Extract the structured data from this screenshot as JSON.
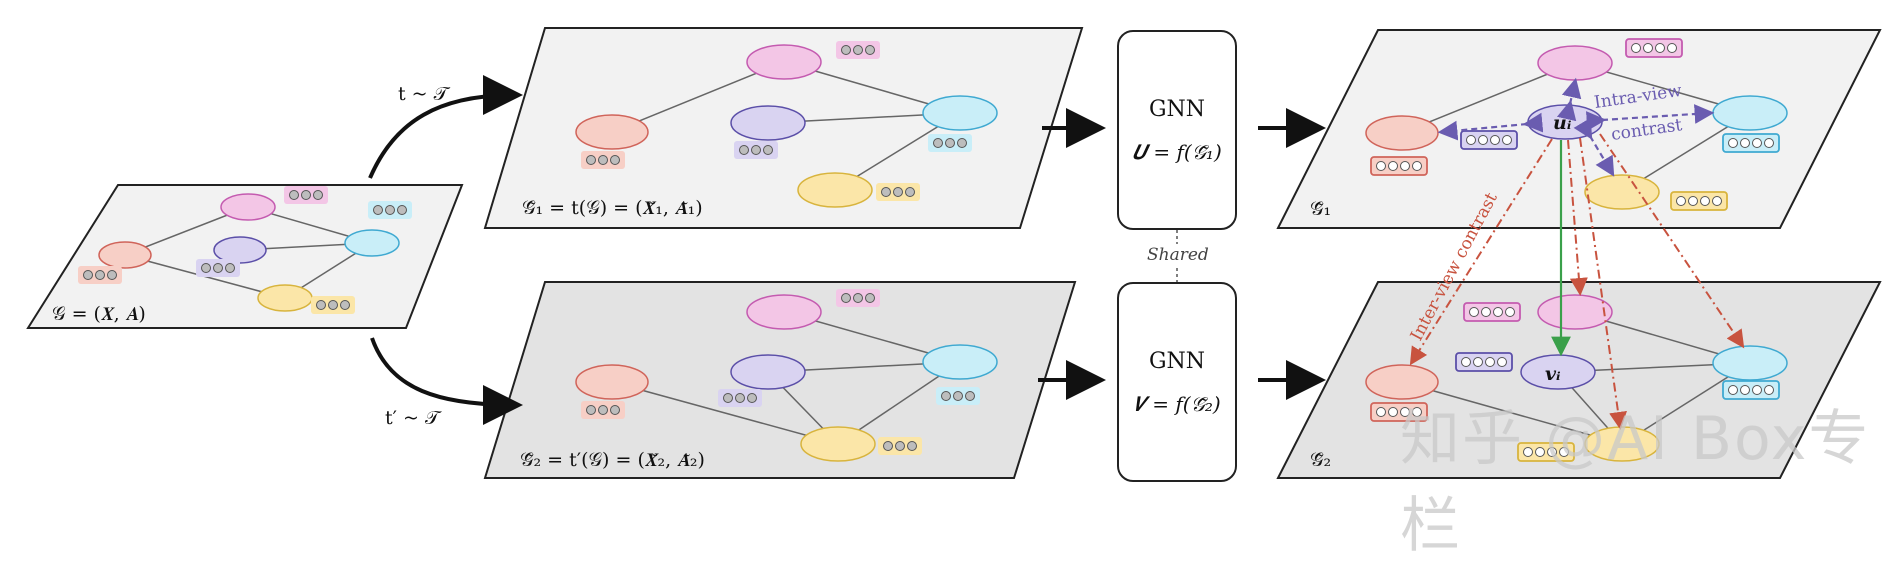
{
  "labels": {
    "orig_graph": "𝒢 = (𝑿, 𝑨)",
    "aug_t": "t ~ 𝒯",
    "aug_t2": "t′ ~ 𝒯",
    "view1": "𝒢̃₁ = t(𝒢) = (𝑿̃₁, 𝑨̃₁)",
    "view2": "𝒢̃₂ = t′(𝒢) = (𝑿̃₂, 𝑨̃₂)",
    "gnn_top_title": "GNN",
    "gnn_top_formula": "𝑼 = f(𝒢̃₁)",
    "gnn_bot_title": "GNN",
    "gnn_bot_formula": "𝑽 = f(𝒢̃₂)",
    "shared": "Shared",
    "out1": "𝒢̃₁",
    "out2": "𝒢̃₂",
    "node_u": "𝒖ᵢ",
    "node_v": "𝒗ᵢ",
    "intra1": "Intra-view",
    "intra2": "contrast",
    "inter": "Inter-view contrast",
    "watermark": "知乎 @AI Box专栏"
  },
  "colors": {
    "pink_fill": "#f3c6e6",
    "pink_stroke": "#c45bb0",
    "red_fill": "#f7cfc6",
    "red_stroke": "#d0645a",
    "purple_fill": "#d9d3f1",
    "purple_stroke": "#5b4fa8",
    "cyan_fill": "#c9eef8",
    "cyan_stroke": "#3fa9d1",
    "yellow_fill": "#fbe6a8",
    "yellow_stroke": "#d8b43d",
    "panel_light": "#f2f2f2",
    "panel_dark": "#e3e3e3",
    "intra": "#6a5cb0",
    "inter": "#c8533f",
    "green": "#3aa04a"
  }
}
